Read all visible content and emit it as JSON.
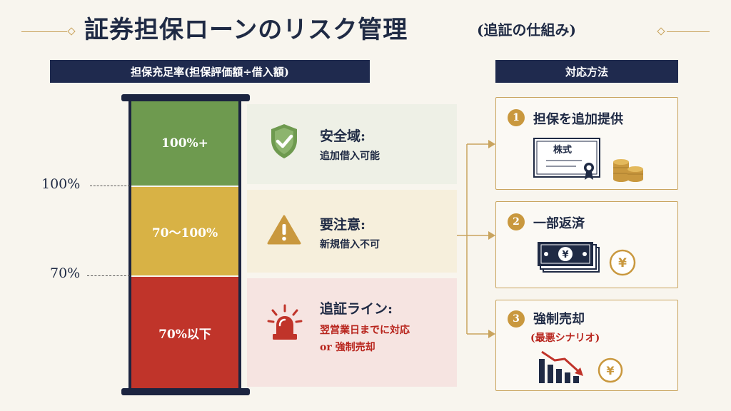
{
  "title": {
    "main": "証券担保ローンのリスク管理",
    "sub": "(追証の仕組み)"
  },
  "left_header": "担保充足率(担保評価額÷借入額)",
  "right_header": "対応方法",
  "segments": [
    {
      "label": "100%+",
      "color": "#6e9a4f"
    },
    {
      "label": "70〜100%",
      "color": "#d8b245"
    },
    {
      "label": "70%以下",
      "color": "#c0342a"
    }
  ],
  "thresholds": [
    "100%",
    "70%"
  ],
  "zones": [
    {
      "title": "安全域:",
      "desc": [
        "追加借入可能"
      ],
      "icon": "shield-check-icon"
    },
    {
      "title": "要注意:",
      "desc": [
        "新規借入不可"
      ],
      "icon": "warning-icon"
    },
    {
      "title": "追証ライン:",
      "desc": [
        "翌営業日までに対応",
        "or 強制売却"
      ],
      "icon": "alarm-light-icon"
    }
  ],
  "actions": [
    {
      "num": "1",
      "title": "担保を追加提供",
      "sub": "",
      "icon": "stock-certificate-icon",
      "cert_text": "株式"
    },
    {
      "num": "2",
      "title": "一部返済",
      "sub": "",
      "icon": "banknote-icon",
      "currency": "¥"
    },
    {
      "num": "3",
      "title": "強制売却",
      "sub": "(最悪シナリオ)",
      "icon": "falling-chart-icon",
      "currency": "¥"
    }
  ],
  "colors": {
    "navy": "#1f2a4e",
    "gold": "#c9a45e",
    "green": "#6e9a4f",
    "yellow": "#d8b245",
    "red": "#c0342a"
  }
}
